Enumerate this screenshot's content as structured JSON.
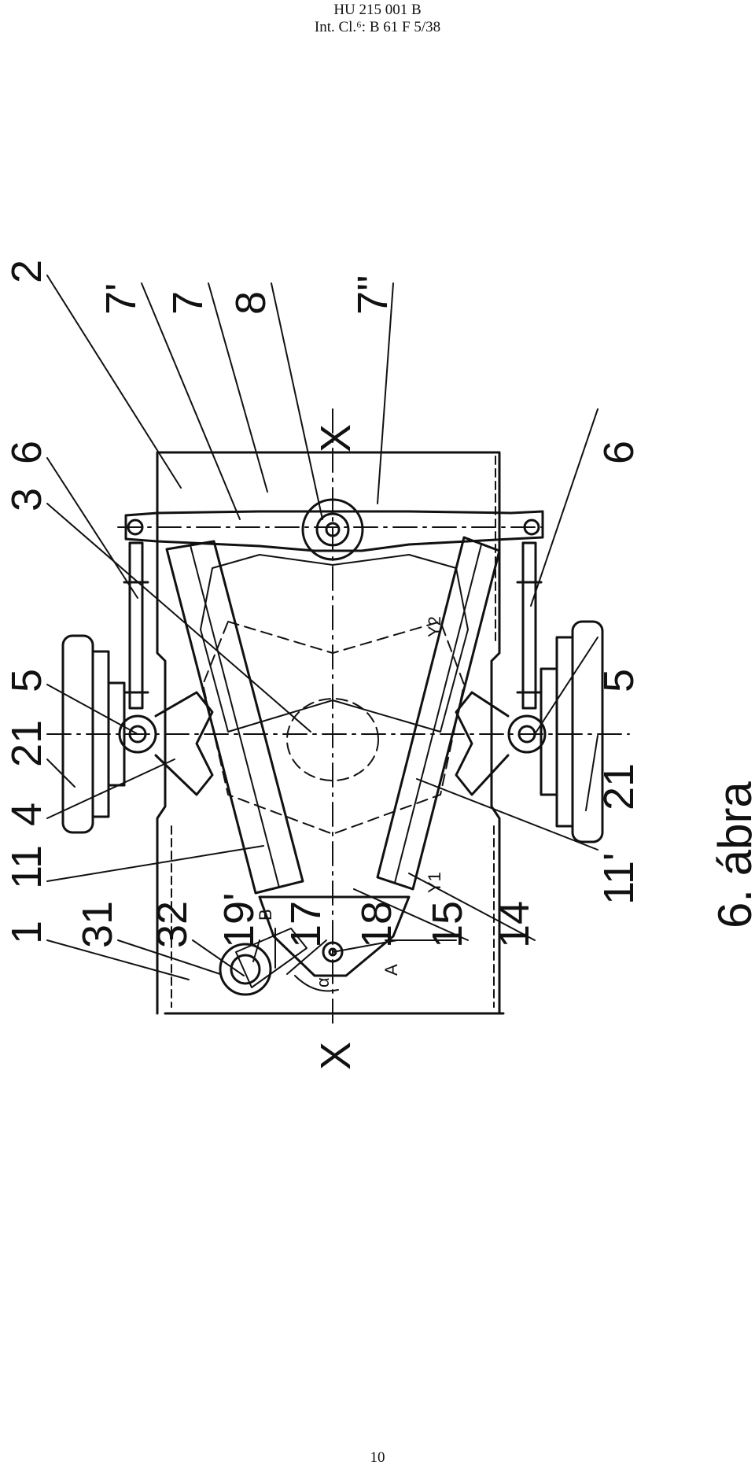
{
  "header": {
    "line1": "HU 215 001 B",
    "line2": "Int. Cl.⁶: B 61 F  5/38"
  },
  "figure": {
    "caption": "6. ábra",
    "axis_label": "X",
    "angle_label": "α",
    "point_labels": {
      "a": "A",
      "b": "B",
      "y1": "Y1",
      "y2": "Y2"
    },
    "labels_top": [
      "2",
      "6",
      "3",
      "5",
      "21",
      "4",
      "11",
      "1",
      "31",
      "32",
      "19'",
      "17",
      "18",
      "15",
      "14"
    ],
    "labels_bottom": [
      "7'",
      "7",
      "8",
      "7''",
      "6",
      "5",
      "21",
      "11'"
    ]
  },
  "page_number": "10"
}
